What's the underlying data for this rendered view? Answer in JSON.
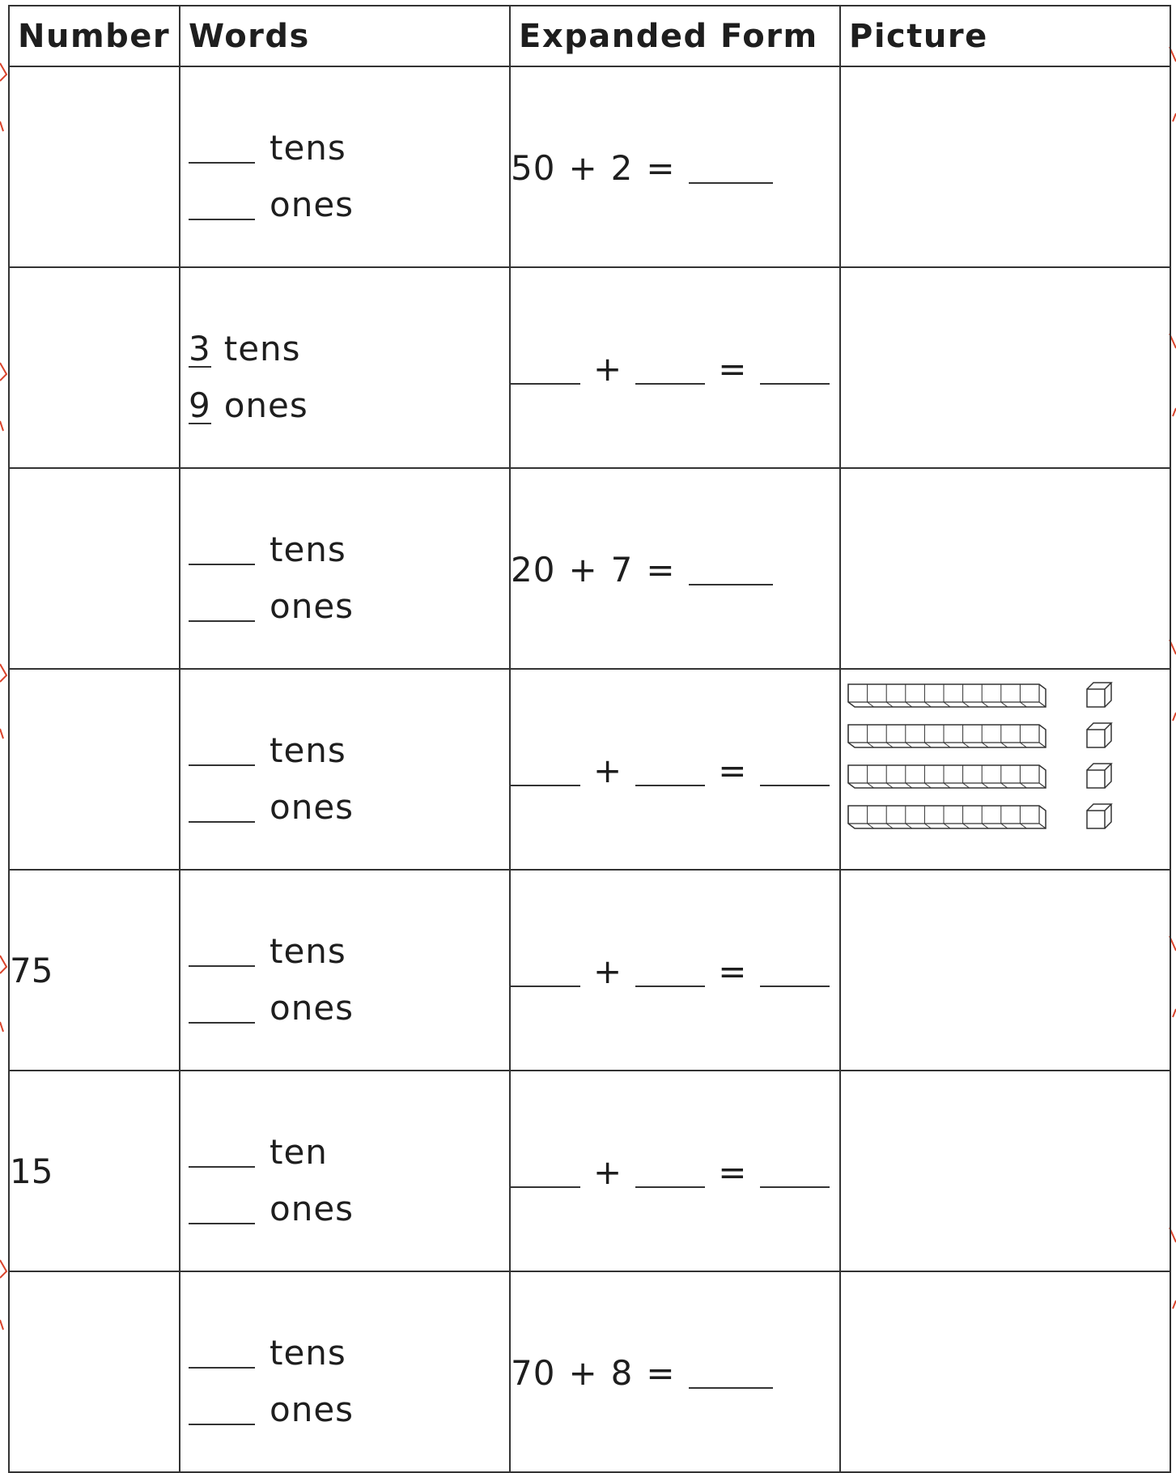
{
  "headers": [
    "Number",
    "Words",
    "Expanded Form",
    "Picture"
  ],
  "rows": [
    {
      "number": "",
      "words": {
        "tens_value": "",
        "tens_label": "tens",
        "ones_value": "",
        "ones_label": "ones"
      },
      "expanded": {
        "kind": "given",
        "a": "50",
        "b": "2"
      },
      "picture": null
    },
    {
      "number": "",
      "words": {
        "tens_value": "3",
        "tens_label": "tens",
        "ones_value": "9",
        "ones_label": "ones"
      },
      "expanded": {
        "kind": "blank"
      },
      "picture": null
    },
    {
      "number": "",
      "words": {
        "tens_value": "",
        "tens_label": "tens",
        "ones_value": "",
        "ones_label": "ones"
      },
      "expanded": {
        "kind": "given",
        "a": "20",
        "b": "7"
      },
      "picture": null
    },
    {
      "number": "",
      "words": {
        "tens_value": "",
        "tens_label": "tens",
        "ones_value": "",
        "ones_label": "ones"
      },
      "expanded": {
        "kind": "blank"
      },
      "picture": {
        "tens_rods": 4,
        "ones_cubes": 4
      }
    },
    {
      "number": "75",
      "words": {
        "tens_value": "",
        "tens_label": "tens",
        "ones_value": "",
        "ones_label": "ones"
      },
      "expanded": {
        "kind": "blank"
      },
      "picture": null
    },
    {
      "number": "15",
      "words": {
        "tens_value": "",
        "tens_label": "ten",
        "ones_value": "",
        "ones_label": "ones"
      },
      "expanded": {
        "kind": "blank"
      },
      "picture": null
    },
    {
      "number": "",
      "words": {
        "tens_value": "",
        "tens_label": "tens",
        "ones_value": "",
        "ones_label": "ones"
      },
      "expanded": {
        "kind": "given",
        "a": "70",
        "b": "8"
      },
      "picture": null
    }
  ],
  "symbols": {
    "plus": "+",
    "equals": "="
  },
  "colors": {
    "grid": "#333333",
    "text": "#1e1e1e",
    "margin_marks": "#d9432b"
  }
}
